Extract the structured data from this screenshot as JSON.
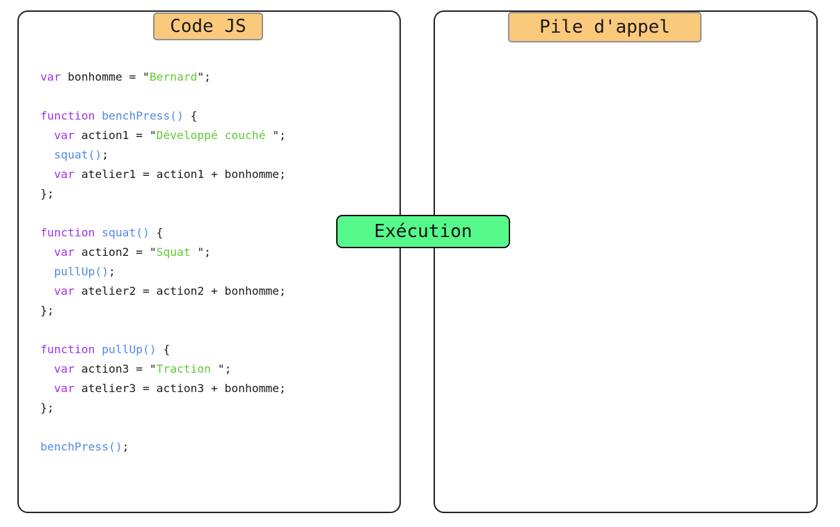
{
  "colors": {
    "keyword": "#a233e6",
    "function": "#5189e8",
    "string": "#5fca32",
    "plain": "#1b1b1b",
    "label_bg": "#fbc97c",
    "label_border": "#8f8f8f",
    "exec_bg": "#56fa8b",
    "exec_border": "#101010",
    "panel_border": "#222222"
  },
  "left_panel": {
    "title": "Code JS"
  },
  "right_panel": {
    "title": "Pile d'appel"
  },
  "execution": {
    "label": "Exécution"
  },
  "code": {
    "lines": [
      {
        "tokens": [
          {
            "c": "keyword",
            "t": "var"
          },
          {
            "c": "plain",
            "t": " bonhomme = \""
          },
          {
            "c": "string",
            "t": "Bernard"
          },
          {
            "c": "plain",
            "t": "\";"
          }
        ]
      },
      {
        "tokens": []
      },
      {
        "tokens": [
          {
            "c": "keyword",
            "t": "function"
          },
          {
            "c": "plain",
            "t": " "
          },
          {
            "c": "function",
            "t": "benchPress()"
          },
          {
            "c": "plain",
            "t": " {"
          }
        ]
      },
      {
        "tokens": [
          {
            "c": "plain",
            "t": "  "
          },
          {
            "c": "keyword",
            "t": "var"
          },
          {
            "c": "plain",
            "t": " action1 = \""
          },
          {
            "c": "string",
            "t": "Développé couché "
          },
          {
            "c": "plain",
            "t": "\";"
          }
        ]
      },
      {
        "tokens": [
          {
            "c": "plain",
            "t": "  "
          },
          {
            "c": "function",
            "t": "squat()"
          },
          {
            "c": "plain",
            "t": ";"
          }
        ]
      },
      {
        "tokens": [
          {
            "c": "plain",
            "t": "  "
          },
          {
            "c": "keyword",
            "t": "var"
          },
          {
            "c": "plain",
            "t": " atelier1 = action1 + bonhomme;"
          }
        ]
      },
      {
        "tokens": [
          {
            "c": "plain",
            "t": "};"
          }
        ]
      },
      {
        "tokens": []
      },
      {
        "tokens": [
          {
            "c": "keyword",
            "t": "function"
          },
          {
            "c": "plain",
            "t": " "
          },
          {
            "c": "function",
            "t": "squat()"
          },
          {
            "c": "plain",
            "t": " {"
          }
        ]
      },
      {
        "tokens": [
          {
            "c": "plain",
            "t": "  "
          },
          {
            "c": "keyword",
            "t": "var"
          },
          {
            "c": "plain",
            "t": " action2 = \""
          },
          {
            "c": "string",
            "t": "Squat "
          },
          {
            "c": "plain",
            "t": "\";"
          }
        ]
      },
      {
        "tokens": [
          {
            "c": "plain",
            "t": "  "
          },
          {
            "c": "function",
            "t": "pullUp()"
          },
          {
            "c": "plain",
            "t": ";"
          }
        ]
      },
      {
        "tokens": [
          {
            "c": "plain",
            "t": "  "
          },
          {
            "c": "keyword",
            "t": "var"
          },
          {
            "c": "plain",
            "t": " atelier2 = action2 + bonhomme;"
          }
        ]
      },
      {
        "tokens": [
          {
            "c": "plain",
            "t": "};"
          }
        ]
      },
      {
        "tokens": []
      },
      {
        "tokens": [
          {
            "c": "keyword",
            "t": "function"
          },
          {
            "c": "plain",
            "t": " "
          },
          {
            "c": "function",
            "t": "pullUp()"
          },
          {
            "c": "plain",
            "t": " {"
          }
        ]
      },
      {
        "tokens": [
          {
            "c": "plain",
            "t": "  "
          },
          {
            "c": "keyword",
            "t": "var"
          },
          {
            "c": "plain",
            "t": " action3 = \""
          },
          {
            "c": "string",
            "t": "Traction "
          },
          {
            "c": "plain",
            "t": "\";"
          }
        ]
      },
      {
        "tokens": [
          {
            "c": "plain",
            "t": "  "
          },
          {
            "c": "keyword",
            "t": "var"
          },
          {
            "c": "plain",
            "t": " atelier3 = action3 + bonhomme;"
          }
        ]
      },
      {
        "tokens": [
          {
            "c": "plain",
            "t": "};"
          }
        ]
      },
      {
        "tokens": []
      },
      {
        "tokens": [
          {
            "c": "function",
            "t": "benchPress()"
          },
          {
            "c": "plain",
            "t": ";"
          }
        ]
      }
    ]
  }
}
